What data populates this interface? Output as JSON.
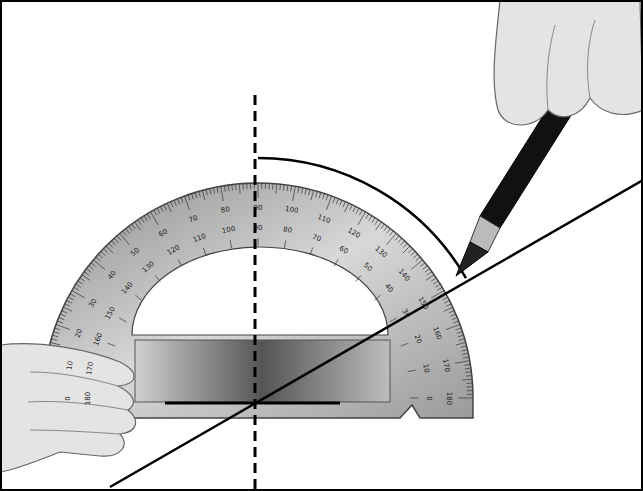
{
  "diagram": {
    "labels": [
      "0",
      "10",
      "20",
      "30",
      "40",
      "50",
      "60",
      "70",
      "80",
      "90",
      "100",
      "110",
      "120",
      "130",
      "140",
      "150",
      "160",
      "170",
      "180",
      "180",
      "170",
      "160",
      "150",
      "140",
      "130",
      "120",
      "110",
      "100",
      "90",
      "80",
      "70",
      "60",
      "50",
      "40",
      "30",
      "20",
      "10",
      "0"
    ]
  }
}
